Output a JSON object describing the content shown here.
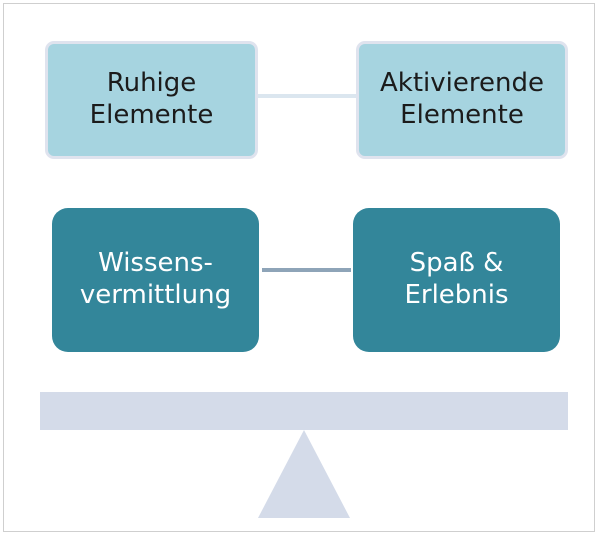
{
  "top_row": {
    "left_box": {
      "label": "Ruhige\nElemente"
    },
    "right_box": {
      "label": "Aktivierende\nElemente"
    }
  },
  "bottom_row": {
    "left_box": {
      "label": "Wissens-\nvermittlung"
    },
    "right_box": {
      "label": "Spaß &\nErlebnis"
    }
  },
  "colors": {
    "light_box_fill": "#a6d4e0",
    "dark_box_fill": "#33869a",
    "balance": "#d4dbe9"
  }
}
